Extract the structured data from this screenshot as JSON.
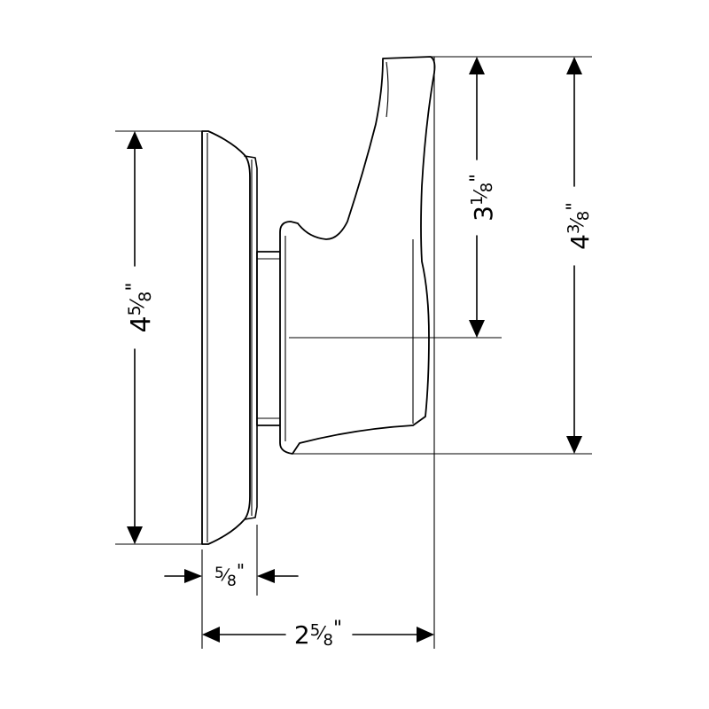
{
  "dimensions": {
    "plate_height": {
      "whole": "4",
      "num": "5",
      "den": "8",
      "unit": "\""
    },
    "plate_thickness": {
      "whole": "",
      "num": "5",
      "den": "8",
      "unit": "\""
    },
    "overall_depth": {
      "whole": "2",
      "num": "5",
      "den": "8",
      "unit": "\""
    },
    "handle_above_center": {
      "whole": "3",
      "num": "1",
      "den": "8",
      "unit": "\""
    },
    "handle_height": {
      "whole": "4",
      "num": "3",
      "den": "8",
      "unit": "\""
    }
  },
  "colors": {
    "ink": "#000000",
    "paper": "#ffffff"
  }
}
